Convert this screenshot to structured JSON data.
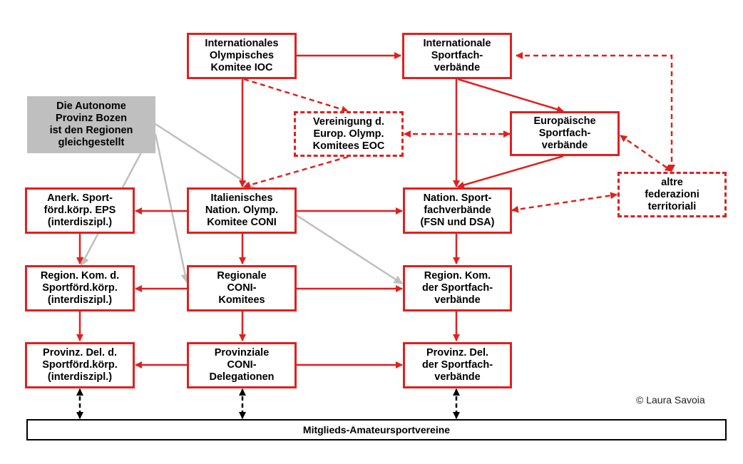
{
  "nodes": {
    "ioc": "Internationales\nOlympisches\nKomitee IOC",
    "isf": "Internationale\nSportfach-\nverbände",
    "bozen": "Die Autonome\nProvinz Bozen\nist den Regionen\ngleichgestellt",
    "eoc": "Vereinigung d.\nEurop. Olymp.\nKomitees EOC",
    "esf": "Europäische\nSportfach-\nverbände",
    "altre": "altre\nfederazioni\nterritoriali",
    "eps": "Anerk. Sport-\nförd.körp. EPS\n(interdiszipl.)",
    "coni": "Italienisches\nNation. Olymp.\nKomitee CONI",
    "fsn": "Nation.  Sport-\nfachverbände\n(FSN und DSA)",
    "reg_eps": "Region. Kom. d.\nSportförd.körp.\n(interdiszipl.)",
    "reg_coni": "Regionale\nCONI-\nKomitees",
    "reg_fsn": "Region. Kom.\nder Sportfach-\nverbände",
    "prov_eps": "Provinz. Del. d.\nSportförd.körp.\n(interdiszipl.)",
    "prov_coni": "Provinziale\nCONI-\nDelegationen",
    "prov_fsn": "Provinz. Del.\nder Sportfach-\nverbände",
    "clubs": "Mitglieds-Amateursportvereine"
  },
  "credit": "© Laura Savoia",
  "colors": {
    "red": "#e0201f",
    "grey_box": "#bfbfbf",
    "grey_line": "#bfbfbf",
    "black": "#000000"
  }
}
